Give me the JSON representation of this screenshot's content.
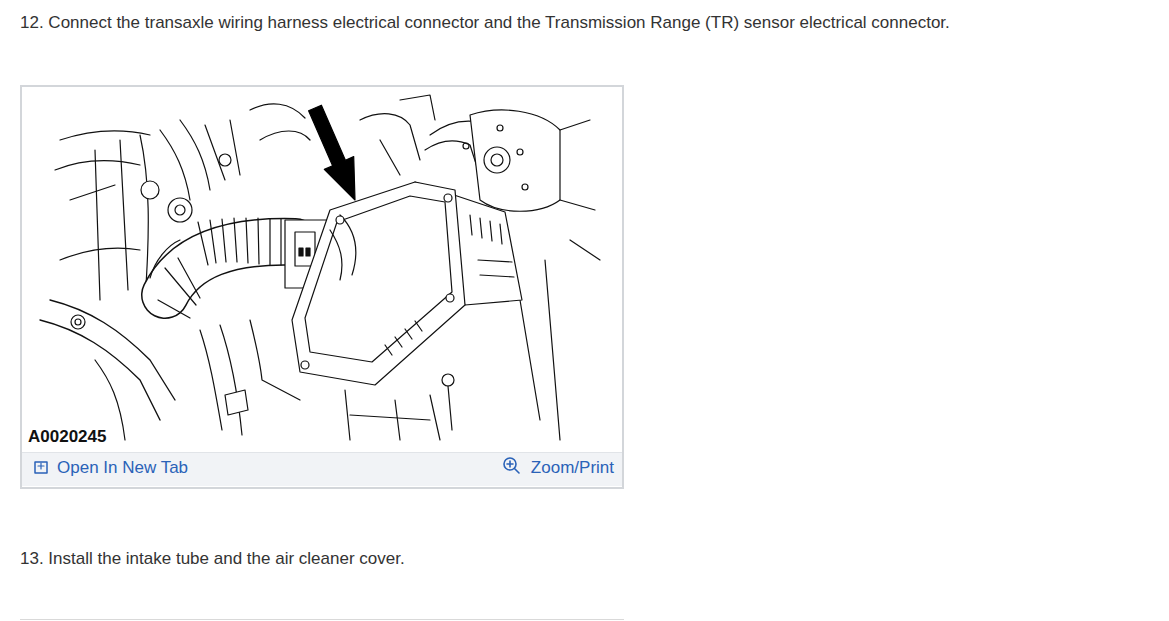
{
  "diagram": {
    "labels": [
      "12. Connect the transaxle wiring harness electrical connector and the Transmission Range (TR) sensor electrical connector.",
      "A0020245",
      "Open In New Tab",
      "Zoom/Print",
      "13. Install the intake tube and the air cleaner cover."
    ]
  }
}
